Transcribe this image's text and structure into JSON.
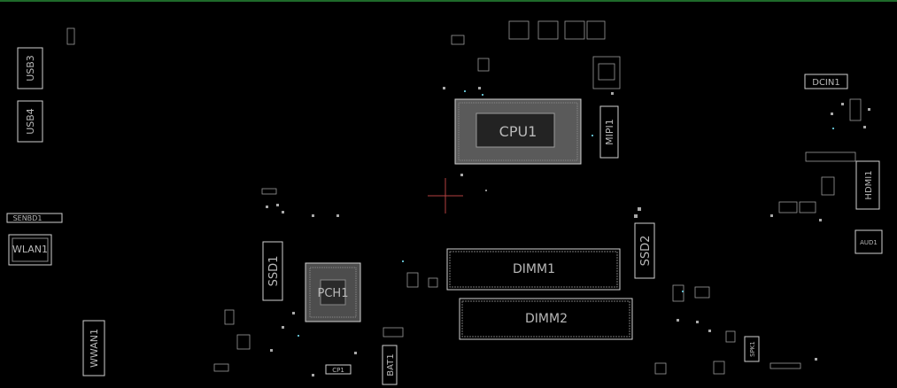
{
  "board": {
    "components": {
      "cpu": "CPU1",
      "pch": "PCH1",
      "dimm1": "DIMM1",
      "dimm2": "DIMM2",
      "ssd1": "SSD1",
      "ssd2": "SSD2",
      "usb3": "USB3",
      "usb4": "USB4",
      "senbd": "SENBD1",
      "wlan": "WLAN1",
      "wwan": "WWAN1",
      "dcin": "DCIN1",
      "hdmi": "HDMI1",
      "mipi": "MIPI1",
      "aud": "AUD1",
      "bat": "BAT1",
      "spk": "SPK1",
      "cp1": "CP1"
    },
    "colors": {
      "background": "#000000",
      "outline": "#cfcfcf",
      "pad": "#a8a8a8",
      "crosshair": "#b34141",
      "accent": "#5fb7c7",
      "topbar": "#1e6a2a"
    }
  }
}
